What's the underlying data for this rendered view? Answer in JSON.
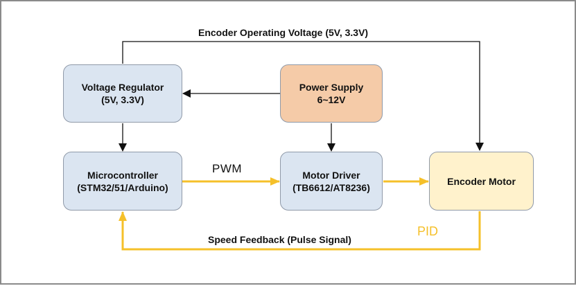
{
  "colors": {
    "block_fill": "#dbe5f1",
    "power_fill": "#f5cba8",
    "motor_fill": "#fff2cc",
    "wire_black": "#111111",
    "wire_yellow": "#f5c02a",
    "pid_text": "#f5c02a"
  },
  "diagram": {
    "nodes": {
      "regulator": {
        "line1": "Voltage Regulator",
        "line2": "(5V, 3.3V)"
      },
      "power": {
        "line1": "Power Supply",
        "line2": "6~12V"
      },
      "mcu": {
        "line1": "Microcontroller",
        "line2": "(STM32/51/Arduino)"
      },
      "driver": {
        "line1": "Motor Driver",
        "line2": "(TB6612/AT8236)"
      },
      "motor": {
        "line1": "Encoder Motor"
      }
    },
    "labels": {
      "encoder_voltage": "Encoder Operating Voltage (5V, 3.3V)",
      "pwm": "PWM",
      "pid": "PID",
      "feedback": "Speed Feedback (Pulse Signal)"
    }
  }
}
